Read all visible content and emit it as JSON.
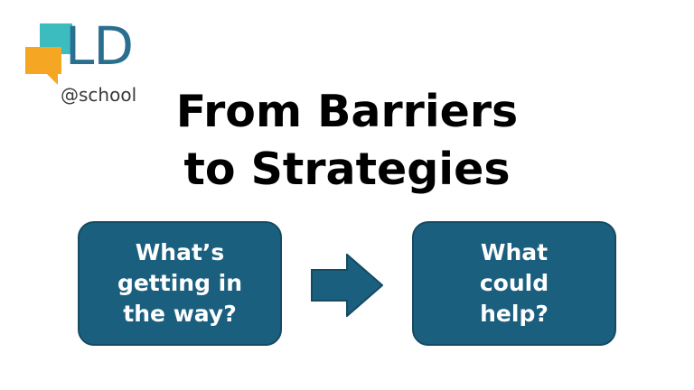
{
  "logo": {
    "brand": "LD",
    "sub": "@school",
    "colors": {
      "teal_bubble": "#3dbcc0",
      "orange_bubble": "#f5a623",
      "letters": "#2a6f8f"
    }
  },
  "title": {
    "line1": "From Barriers",
    "line2": "to Strategies"
  },
  "flow": {
    "left_box": "What’s\ngetting in\nthe way?",
    "right_box": "What\ncould\nhelp?",
    "arrow_icon": "right-arrow-icon",
    "box_color": "#1b5f7e"
  }
}
